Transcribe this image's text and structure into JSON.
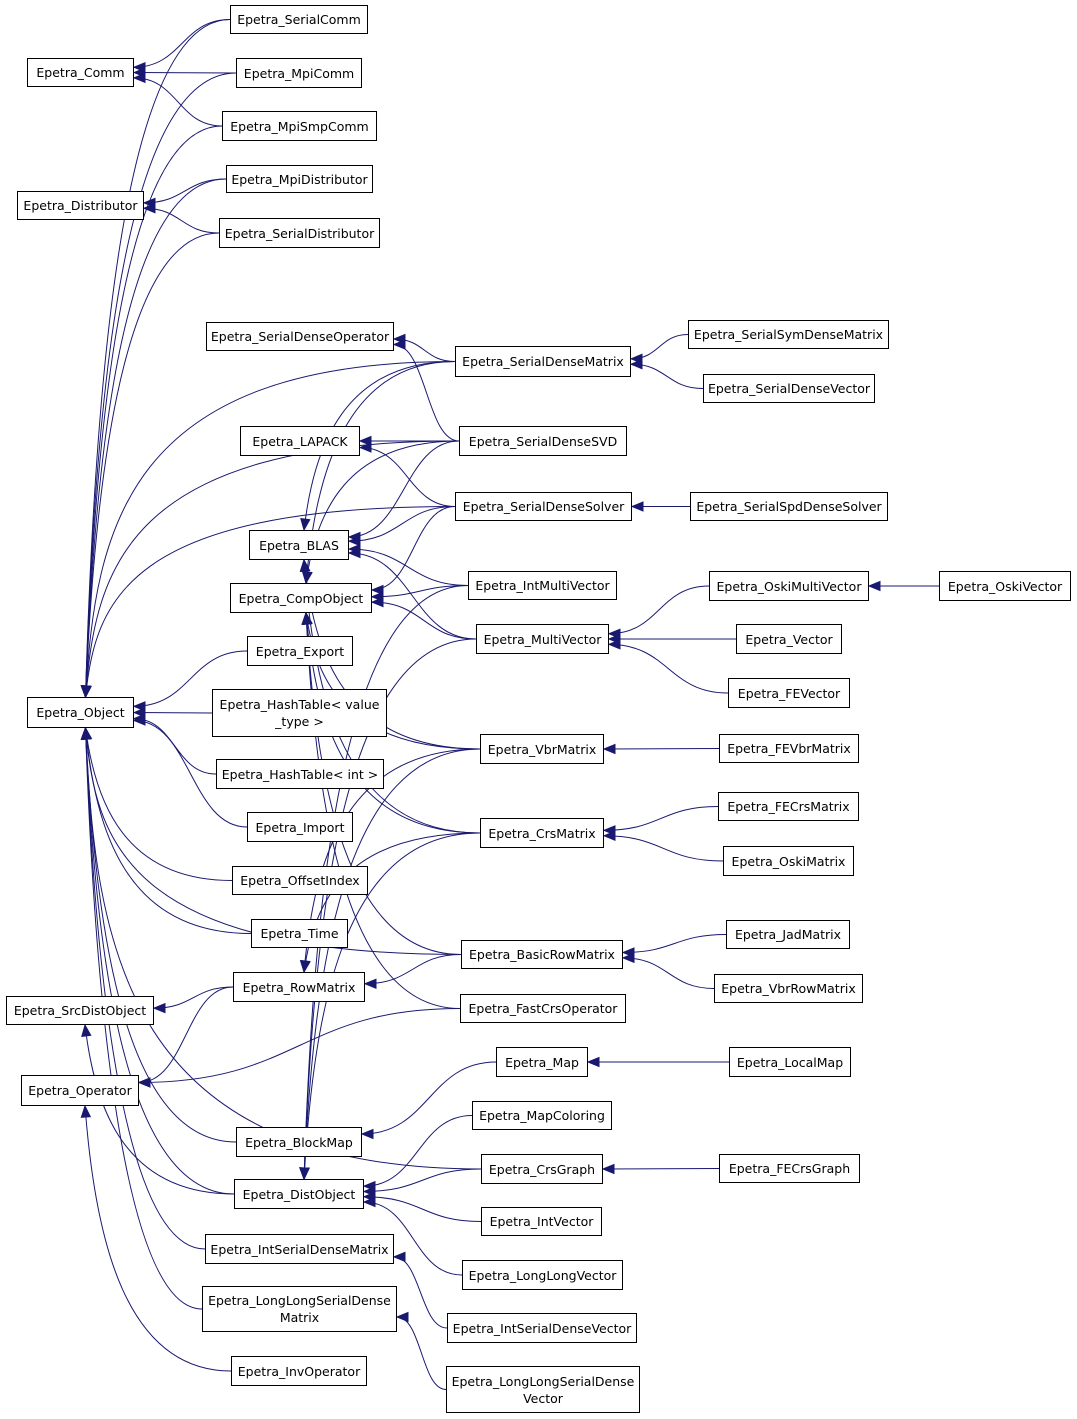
{
  "diagram": {
    "edge_color": "#191970",
    "nodes": [
      {
        "id": "comm",
        "label": "Epetra_Comm"
      },
      {
        "id": "distributor",
        "label": "Epetra_Distributor"
      },
      {
        "id": "object",
        "label": "Epetra_Object"
      },
      {
        "id": "srcdist",
        "label": "Epetra_SrcDistObject"
      },
      {
        "id": "operator",
        "label": "Epetra_Operator"
      },
      {
        "id": "serialcomm",
        "label": "Epetra_SerialComm"
      },
      {
        "id": "mpicomm",
        "label": "Epetra_MpiComm"
      },
      {
        "id": "mpismpcomm",
        "label": "Epetra_MpiSmpComm"
      },
      {
        "id": "mpidistributor",
        "label": "Epetra_MpiDistributor"
      },
      {
        "id": "serialdistributor",
        "label": "Epetra_SerialDistributor"
      },
      {
        "id": "sdop",
        "label": "Epetra_SerialDenseOperator"
      },
      {
        "id": "lapack",
        "label": "Epetra_LAPACK"
      },
      {
        "id": "blas",
        "label": "Epetra_BLAS"
      },
      {
        "id": "compobject",
        "label": "Epetra_CompObject"
      },
      {
        "id": "export",
        "label": "Epetra_Export"
      },
      {
        "id": "hashvalue",
        "label": "Epetra_HashTable< value\n_type >"
      },
      {
        "id": "hashint",
        "label": "Epetra_HashTable< int >"
      },
      {
        "id": "import",
        "label": "Epetra_Import"
      },
      {
        "id": "offsetindex",
        "label": "Epetra_OffsetIndex"
      },
      {
        "id": "time",
        "label": "Epetra_Time"
      },
      {
        "id": "rowmatrix",
        "label": "Epetra_RowMatrix"
      },
      {
        "id": "blockmap",
        "label": "Epetra_BlockMap"
      },
      {
        "id": "distobject",
        "label": "Epetra_DistObject"
      },
      {
        "id": "intsdm",
        "label": "Epetra_IntSerialDenseMatrix"
      },
      {
        "id": "llsdm",
        "label": "Epetra_LongLongSerialDense\nMatrix"
      },
      {
        "id": "invoperator",
        "label": "Epetra_InvOperator"
      },
      {
        "id": "sdmatrix",
        "label": "Epetra_SerialDenseMatrix"
      },
      {
        "id": "sdsvd",
        "label": "Epetra_SerialDenseSVD"
      },
      {
        "id": "sdsolver",
        "label": "Epetra_SerialDenseSolver"
      },
      {
        "id": "intmv",
        "label": "Epetra_IntMultiVector"
      },
      {
        "id": "multivector",
        "label": "Epetra_MultiVector"
      },
      {
        "id": "vbrmatrix",
        "label": "Epetra_VbrMatrix"
      },
      {
        "id": "crsmatrix",
        "label": "Epetra_CrsMatrix"
      },
      {
        "id": "basicrow",
        "label": "Epetra_BasicRowMatrix"
      },
      {
        "id": "fastcrs",
        "label": "Epetra_FastCrsOperator"
      },
      {
        "id": "map",
        "label": "Epetra_Map"
      },
      {
        "id": "mapcoloring",
        "label": "Epetra_MapColoring"
      },
      {
        "id": "crsgraph",
        "label": "Epetra_CrsGraph"
      },
      {
        "id": "intvector",
        "label": "Epetra_IntVector"
      },
      {
        "id": "llvector",
        "label": "Epetra_LongLongVector"
      },
      {
        "id": "intsdv",
        "label": "Epetra_IntSerialDenseVector"
      },
      {
        "id": "llsdv",
        "label": "Epetra_LongLongSerialDense\nVector"
      },
      {
        "id": "sdsym",
        "label": "Epetra_SerialSymDenseMatrix"
      },
      {
        "id": "sdvector",
        "label": "Epetra_SerialDenseVector"
      },
      {
        "id": "spdsolver",
        "label": "Epetra_SerialSpdDenseSolver"
      },
      {
        "id": "oskimv",
        "label": "Epetra_OskiMultiVector"
      },
      {
        "id": "vector",
        "label": "Epetra_Vector"
      },
      {
        "id": "fevector",
        "label": "Epetra_FEVector"
      },
      {
        "id": "fevbr",
        "label": "Epetra_FEVbrMatrix"
      },
      {
        "id": "fecrs",
        "label": "Epetra_FECrsMatrix"
      },
      {
        "id": "oskimatrix",
        "label": "Epetra_OskiMatrix"
      },
      {
        "id": "jad",
        "label": "Epetra_JadMatrix"
      },
      {
        "id": "vbrrow",
        "label": "Epetra_VbrRowMatrix"
      },
      {
        "id": "localmap",
        "label": "Epetra_LocalMap"
      },
      {
        "id": "fecrsgraph",
        "label": "Epetra_FECrsGraph"
      },
      {
        "id": "oskivector",
        "label": "Epetra_OskiVector"
      }
    ],
    "edges": [
      [
        "serialcomm",
        "comm"
      ],
      [
        "mpicomm",
        "comm"
      ],
      [
        "mpismpcomm",
        "comm"
      ],
      [
        "mpidistributor",
        "distributor"
      ],
      [
        "serialdistributor",
        "distributor"
      ],
      [
        "serialcomm",
        "object"
      ],
      [
        "mpicomm",
        "object"
      ],
      [
        "mpismpcomm",
        "object"
      ],
      [
        "mpidistributor",
        "object"
      ],
      [
        "serialdistributor",
        "object"
      ],
      [
        "sdmatrix",
        "object"
      ],
      [
        "sdsvd",
        "object"
      ],
      [
        "sdsolver",
        "object"
      ],
      [
        "export",
        "object"
      ],
      [
        "hashvalue",
        "object"
      ],
      [
        "hashint",
        "object"
      ],
      [
        "import",
        "object"
      ],
      [
        "offsetindex",
        "object"
      ],
      [
        "time",
        "object"
      ],
      [
        "blockmap",
        "object"
      ],
      [
        "distobject",
        "object"
      ],
      [
        "intsdm",
        "object"
      ],
      [
        "llsdm",
        "object"
      ],
      [
        "crsgraph",
        "object"
      ],
      [
        "basicrow",
        "object"
      ],
      [
        "rowmatrix",
        "srcdist"
      ],
      [
        "distobject",
        "srcdist"
      ],
      [
        "rowmatrix",
        "operator"
      ],
      [
        "fastcrs",
        "operator"
      ],
      [
        "invoperator",
        "operator"
      ],
      [
        "sdmatrix",
        "sdop"
      ],
      [
        "sdsvd",
        "sdop"
      ],
      [
        "sdsvd",
        "lapack"
      ],
      [
        "sdsolver",
        "lapack"
      ],
      [
        "sdmatrix",
        "blas"
      ],
      [
        "sdsvd",
        "blas"
      ],
      [
        "sdsolver",
        "blas"
      ],
      [
        "intmv",
        "blas"
      ],
      [
        "multivector",
        "blas"
      ],
      [
        "vbrmatrix",
        "blas"
      ],
      [
        "crsmatrix",
        "blas"
      ],
      [
        "sdmatrix",
        "compobject"
      ],
      [
        "sdsvd",
        "compobject"
      ],
      [
        "sdsolver",
        "compobject"
      ],
      [
        "intmv",
        "compobject"
      ],
      [
        "multivector",
        "compobject"
      ],
      [
        "vbrmatrix",
        "compobject"
      ],
      [
        "crsmatrix",
        "compobject"
      ],
      [
        "basicrow",
        "compobject"
      ],
      [
        "fastcrs",
        "compobject"
      ],
      [
        "vbrmatrix",
        "rowmatrix"
      ],
      [
        "crsmatrix",
        "rowmatrix"
      ],
      [
        "basicrow",
        "rowmatrix"
      ],
      [
        "map",
        "blockmap"
      ],
      [
        "intmv",
        "distobject"
      ],
      [
        "multivector",
        "distobject"
      ],
      [
        "vbrmatrix",
        "distobject"
      ],
      [
        "crsmatrix",
        "distobject"
      ],
      [
        "mapcoloring",
        "distobject"
      ],
      [
        "crsgraph",
        "distobject"
      ],
      [
        "intvector",
        "distobject"
      ],
      [
        "llvector",
        "distobject"
      ],
      [
        "intsdv",
        "intsdm"
      ],
      [
        "llsdv",
        "llsdm"
      ],
      [
        "sdsym",
        "sdmatrix"
      ],
      [
        "sdvector",
        "sdmatrix"
      ],
      [
        "spdsolver",
        "sdsolver"
      ],
      [
        "oskimv",
        "multivector"
      ],
      [
        "vector",
        "multivector"
      ],
      [
        "fevector",
        "multivector"
      ],
      [
        "fevbr",
        "vbrmatrix"
      ],
      [
        "fecrs",
        "crsmatrix"
      ],
      [
        "oskimatrix",
        "crsmatrix"
      ],
      [
        "jad",
        "basicrow"
      ],
      [
        "vbrrow",
        "basicrow"
      ],
      [
        "localmap",
        "map"
      ],
      [
        "fecrsgraph",
        "crsgraph"
      ],
      [
        "oskivector",
        "oskimv"
      ]
    ]
  }
}
